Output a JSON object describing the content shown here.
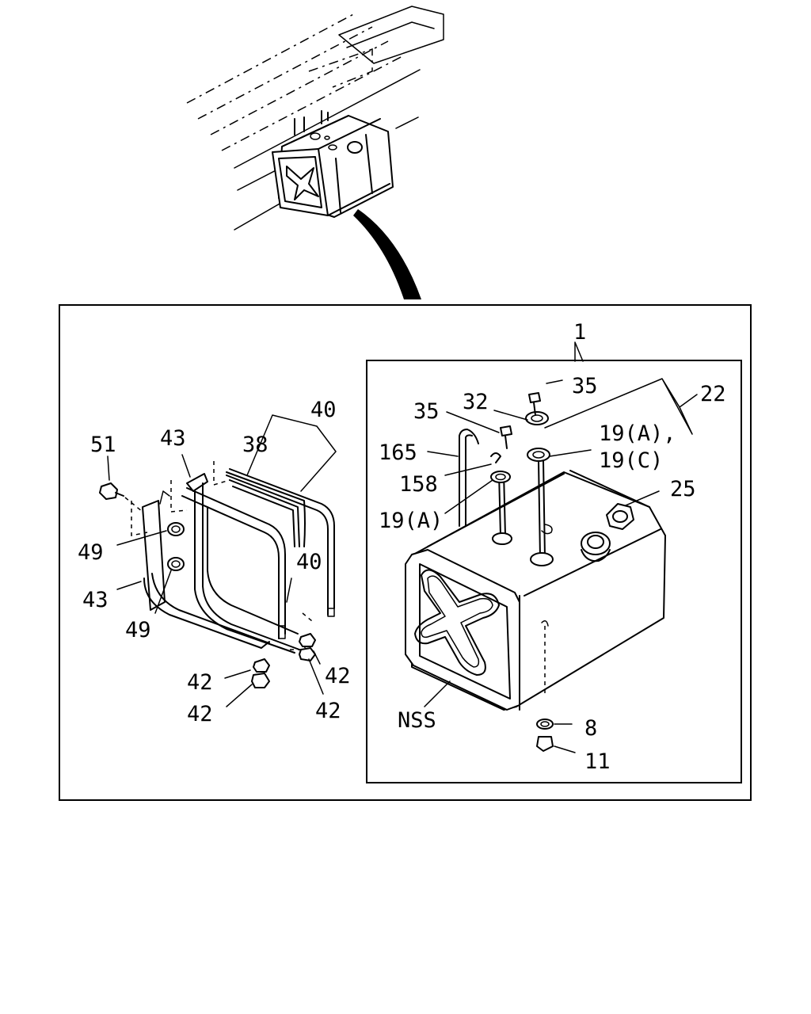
{
  "labels": {
    "p1": "1",
    "p35a": "35",
    "p32": "32",
    "p22": "22",
    "p35b": "35",
    "p19a1": "19(A),",
    "p165": "165",
    "p19c": "19(C)",
    "p158": "158",
    "p25": "25",
    "p19a2": "19(A)",
    "pNSS": "NSS",
    "p8": "8",
    "p11": "11",
    "p40a": "40",
    "p51": "51",
    "p43a": "43",
    "p38": "38",
    "p49a": "49",
    "p40b": "40",
    "p43b": "43",
    "p49b": "49",
    "p42a": "42",
    "p42b": "42",
    "p42c": "42",
    "p42d": "42"
  }
}
